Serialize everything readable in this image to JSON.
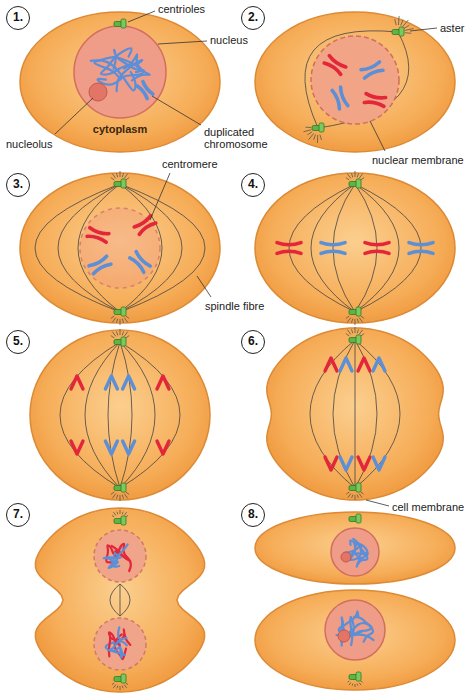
{
  "diagram": {
    "nodes": [
      {
        "text": [
          "1."
        ]
      },
      {
        "text": [
          "2."
        ]
      },
      {
        "text": [
          "3."
        ]
      },
      {
        "text": [
          "4."
        ]
      },
      {
        "text": [
          "5."
        ]
      },
      {
        "text": [
          "6."
        ]
      },
      {
        "text": [
          "7."
        ]
      },
      {
        "text": [
          "8."
        ]
      }
    ],
    "labels": [
      "centrioles",
      "nucleus",
      "nucleolus",
      "cytoplasm",
      "duplicated chromosome",
      "aster",
      "nuclear membrane",
      "centromere",
      "spindle fibre",
      "cell membrane"
    ]
  }
}
